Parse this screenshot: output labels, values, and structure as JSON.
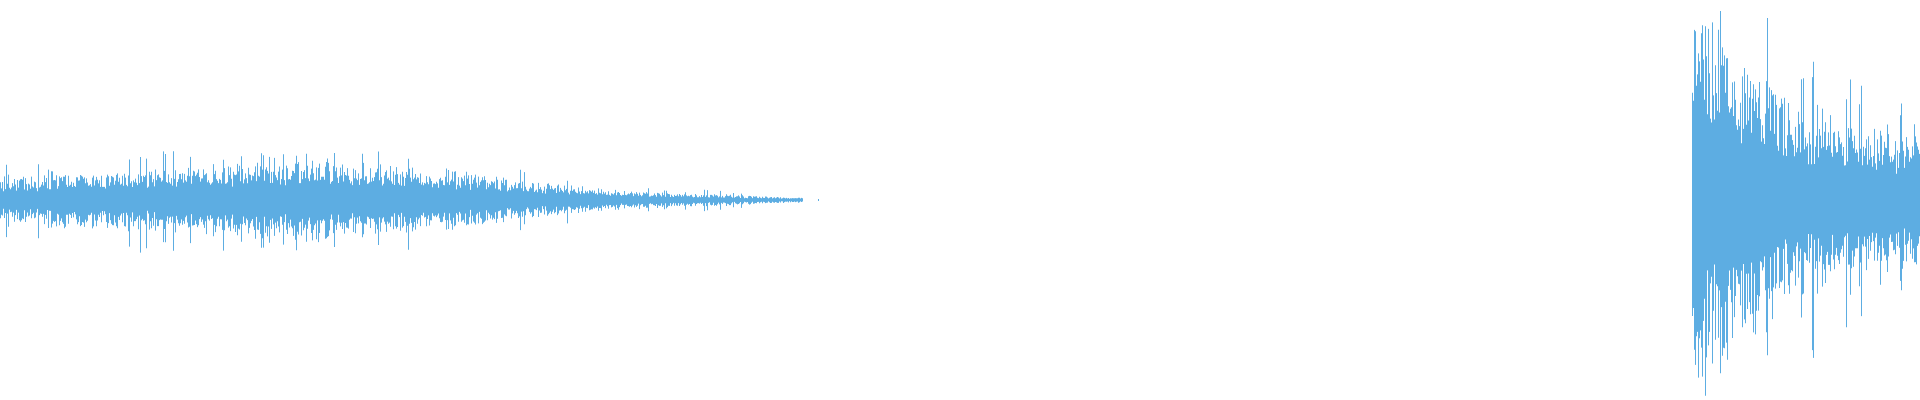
{
  "waveform": {
    "color": "#5dade2",
    "background": "#ffffff",
    "segments": [
      {
        "name": "segment-1",
        "start": 0.0,
        "end": 0.418,
        "amplitude_profile": [
          0.1,
          0.12,
          0.13,
          0.14,
          0.16,
          0.18,
          0.17,
          0.15,
          0.13,
          0.09,
          0.06,
          0.04,
          0.03,
          0.02,
          0.01
        ],
        "peak_amplitude": 0.23
      },
      {
        "name": "segment-2",
        "start": 0.881,
        "end": 1.0,
        "amplitude_profile": [
          0.82,
          0.8,
          0.7,
          0.58,
          0.48,
          0.42,
          0.38,
          0.35,
          0.33,
          0.32,
          0.3
        ],
        "peak_amplitude": 0.87
      }
    ],
    "isolated_dots": [
      0.426
    ]
  }
}
